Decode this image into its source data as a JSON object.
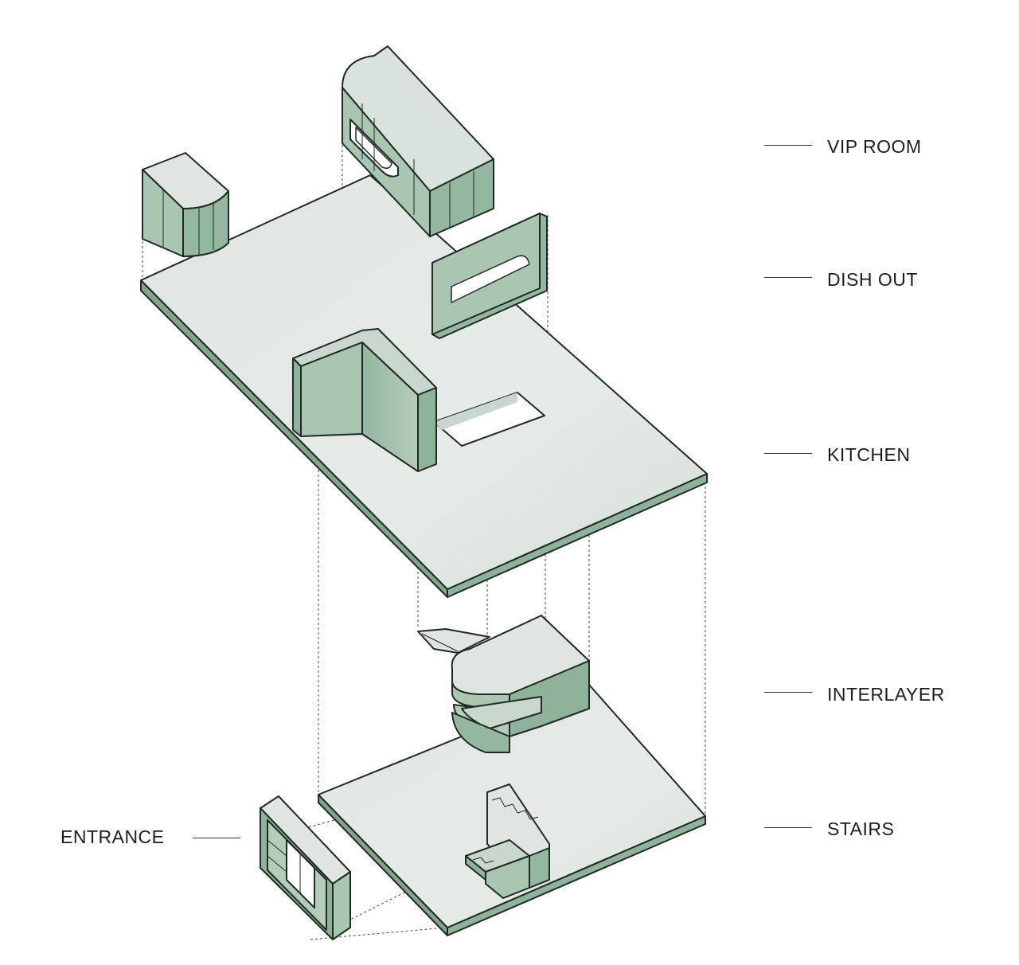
{
  "labels": {
    "vip_room": "VIP ROOM",
    "dish_out": "DISH OUT",
    "kitchen": "KITCHEN",
    "interlayer": "INTERLAYER",
    "stairs": "STAIRS",
    "entrance": "ENTRANCE"
  },
  "colors": {
    "slab_top": "#dfe5e1",
    "slab_edge": "#7fa58a",
    "wall_green": "#a8c6b0",
    "wall_dark": "#8fb39a",
    "outline": "#1e2a22"
  }
}
